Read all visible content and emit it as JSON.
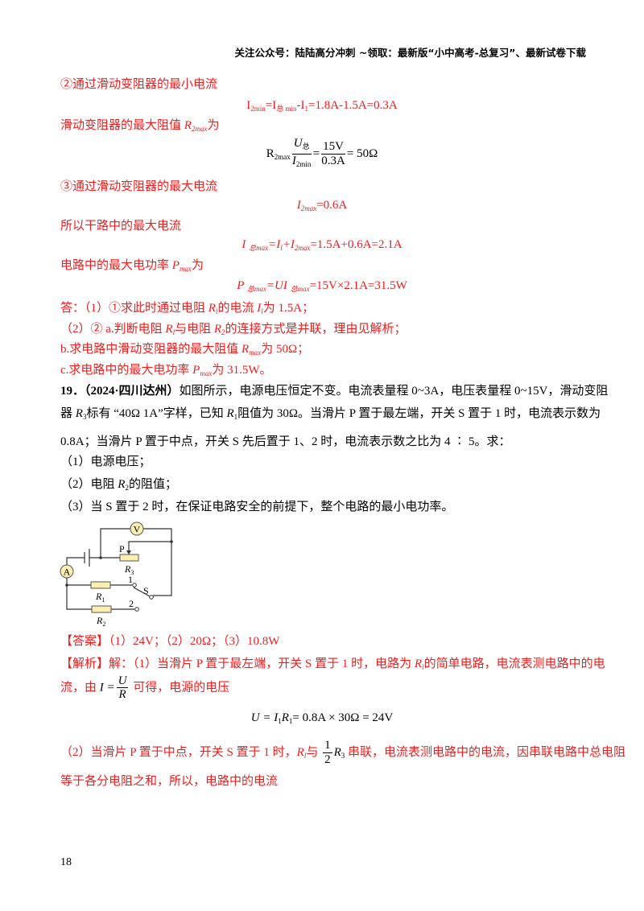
{
  "header": "关注公众号：陆陆高分冲刺  ~领取：最新版“小中高考-总复习”、最新试卷下载",
  "lines": {
    "l1": "②通过滑动变阻器的最小电流",
    "eq1": {
      "a": "I",
      "a_sub": "2min",
      "b": "=I",
      "b_sub": "总 min",
      "c": "-I",
      "c_sub": "1",
      "d": "=1.8A-1.5A=0.3A"
    },
    "l3": {
      "text": "滑动变阻器的最大阻值 ",
      "var": "R",
      "sub": "2max",
      "tail": "为"
    },
    "eq2": {
      "lhs": "R",
      "lhs_sub": "2max",
      "num1": "U",
      "num1_sub": "总",
      "den1": "I",
      "den1_sub": "2min",
      "num2": "15V",
      "den2": "0.3A",
      "res": "= 50Ω",
      "eq": "="
    },
    "l5": "③通过滑动变阻器的最大电流",
    "eq3": {
      "var": "I",
      "sub": "2max",
      "rest": "=0.6A"
    },
    "l7": "所以干路中的最大电流",
    "eq4": {
      "a": "I ",
      "a_sub": "总max",
      "b": "=I",
      "b_sub": "l",
      "c": "+I",
      "c_sub": "2max",
      "d": "=1.5A+0.6A=2.1A"
    },
    "l9": {
      "text": "电路中的最大电功率 ",
      "var": "P",
      "sub": "max",
      "tail": "为"
    },
    "eq5": {
      "a": "P ",
      "a_sub": "总max",
      "b": "=UI ",
      "b_sub": "总max",
      "c": "=15V×2.1A=31.5W"
    },
    "ans1": {
      "a": "答：（1）①求此时通过电阻 ",
      "v1": "R",
      "v1_sub": "l",
      "b": "的电流 ",
      "v2": "I",
      "v2_sub": "l",
      "c": "为 1.5A；"
    },
    "ans2": {
      "a": "（2）② a.判断电阻 ",
      "v1": "R",
      "v1_sub": "l",
      "b": "与电阻 ",
      "v2": "R",
      "v2_sub": "2",
      "c": "的连接方式是并联，理由见解析；"
    },
    "ans3": {
      "a": "b.求电路中滑动变阻器的最大阻值 ",
      "v": "R",
      "v_sub": "max",
      "b": "为 50Ω；"
    },
    "ans4": {
      "a": "c.求电路中的最大电功率 ",
      "v": "P",
      "v_sub": "max",
      "b": "为 31.5W。"
    }
  },
  "question": {
    "number": "19．（2024·四川达州）",
    "p1": "如图所示，电源电压恒定不变。电流表量程 0~3A，电压表量程 0~15V，滑动变阻",
    "p2a": "器 ",
    "p2v1": "R",
    "p2v1_sub": "3",
    "p2b": "标有 “40Ω  1A”字样，已知 ",
    "p2v2": "R",
    "p2v2_sub": "1",
    "p2c": "阻值为 30Ω。当滑片 P 置于最左端，开关 S 置于 1 时，电流表示数为",
    "p3": "0.8A；当滑片 P 置于中点，开关 S 先后置于 1、2 时，电流表示数之比为 4 ∶ 5。求：",
    "q1": "（1）电源电压；",
    "q2a": "（2）电阻 ",
    "q2v": "R",
    "q2v_sub": "2",
    "q2b": "的阻值；",
    "q3": "（3）当 S 置于 2 时，在保证电路安全的前提下，整个电路的最小电功率。"
  },
  "circuit": {
    "voltmeter": "V",
    "ammeter": "A",
    "slider": "P",
    "r3": "R",
    "r3_sub": "3",
    "r1": "R",
    "r1_sub": "1",
    "r2": "R",
    "r2_sub": "2",
    "t1": "1",
    "t2": "2",
    "switch": "S"
  },
  "answer": {
    "text": "【答案】（1）24V；（2）20Ω；（3）10.8W"
  },
  "analysis": {
    "a1": "【解析】解：（1）当滑片 P 置于最左端，开关 S 置于 1 时，电路为 ",
    "a1v": "R",
    "a1v_sub": "l",
    "a1b": "的简单电路，电流表测电路中的电",
    "a2a": "流，由 ",
    "a2f_lhs": "I =",
    "a2f_num": "U",
    "a2f_den": "R",
    "a2b": " 可得，电源的电压",
    "eq": {
      "a": "U = I",
      "a_sub": "1",
      "b": "R",
      "b_sub": "1",
      "c": "= 0.8A × 30Ω = 24V"
    },
    "a3a": "（2）当滑片 P 置于中点，开关 S 置于 1 时，",
    "a3v": "R",
    "a3v_sub": "l",
    "a3b": "与 ",
    "a3num": "1",
    "a3den": "2",
    "a3r": "R",
    "a3r_sub": "3",
    "a3c": " 串联，电流表测电路中的电流，因串联电路中总电阻",
    "a4": "等于各分电阻之和，所以，电路中的电流"
  },
  "page_number": "18",
  "colors": {
    "answer_red": "#f01e1e",
    "text": "#000000",
    "component_fill": "#fbefb0"
  }
}
